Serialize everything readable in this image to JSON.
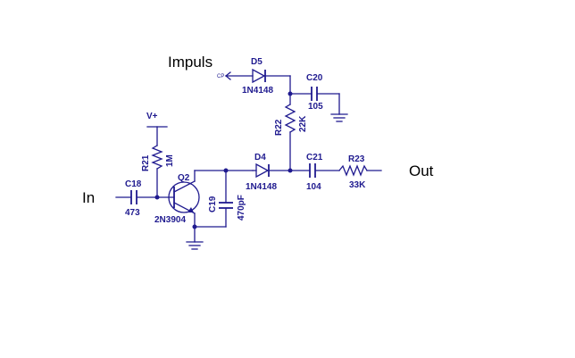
{
  "labels": {
    "impuls": "Impuls",
    "in": "In",
    "out": "Out",
    "cp": "CP",
    "vplus": "V+"
  },
  "components": {
    "d5": {
      "ref": "D5",
      "value": "1N4148"
    },
    "c20": {
      "ref": "C20",
      "value": "105"
    },
    "r22": {
      "ref": "R22",
      "value": "22K"
    },
    "r21": {
      "ref": "R21",
      "value": "1M"
    },
    "q2": {
      "ref": "Q2",
      "value": "2N3904"
    },
    "c18": {
      "ref": "C18",
      "value": "473"
    },
    "c19": {
      "ref": "C19",
      "value": "470pF"
    },
    "d4": {
      "ref": "D4",
      "value": "1N4148"
    },
    "c21": {
      "ref": "C21",
      "value": "104"
    },
    "r23": {
      "ref": "R23",
      "value": "33K"
    }
  },
  "colors": {
    "schematic_ink": "#1f1a8f",
    "background": "#ffffff",
    "label_ink": "#000000"
  }
}
